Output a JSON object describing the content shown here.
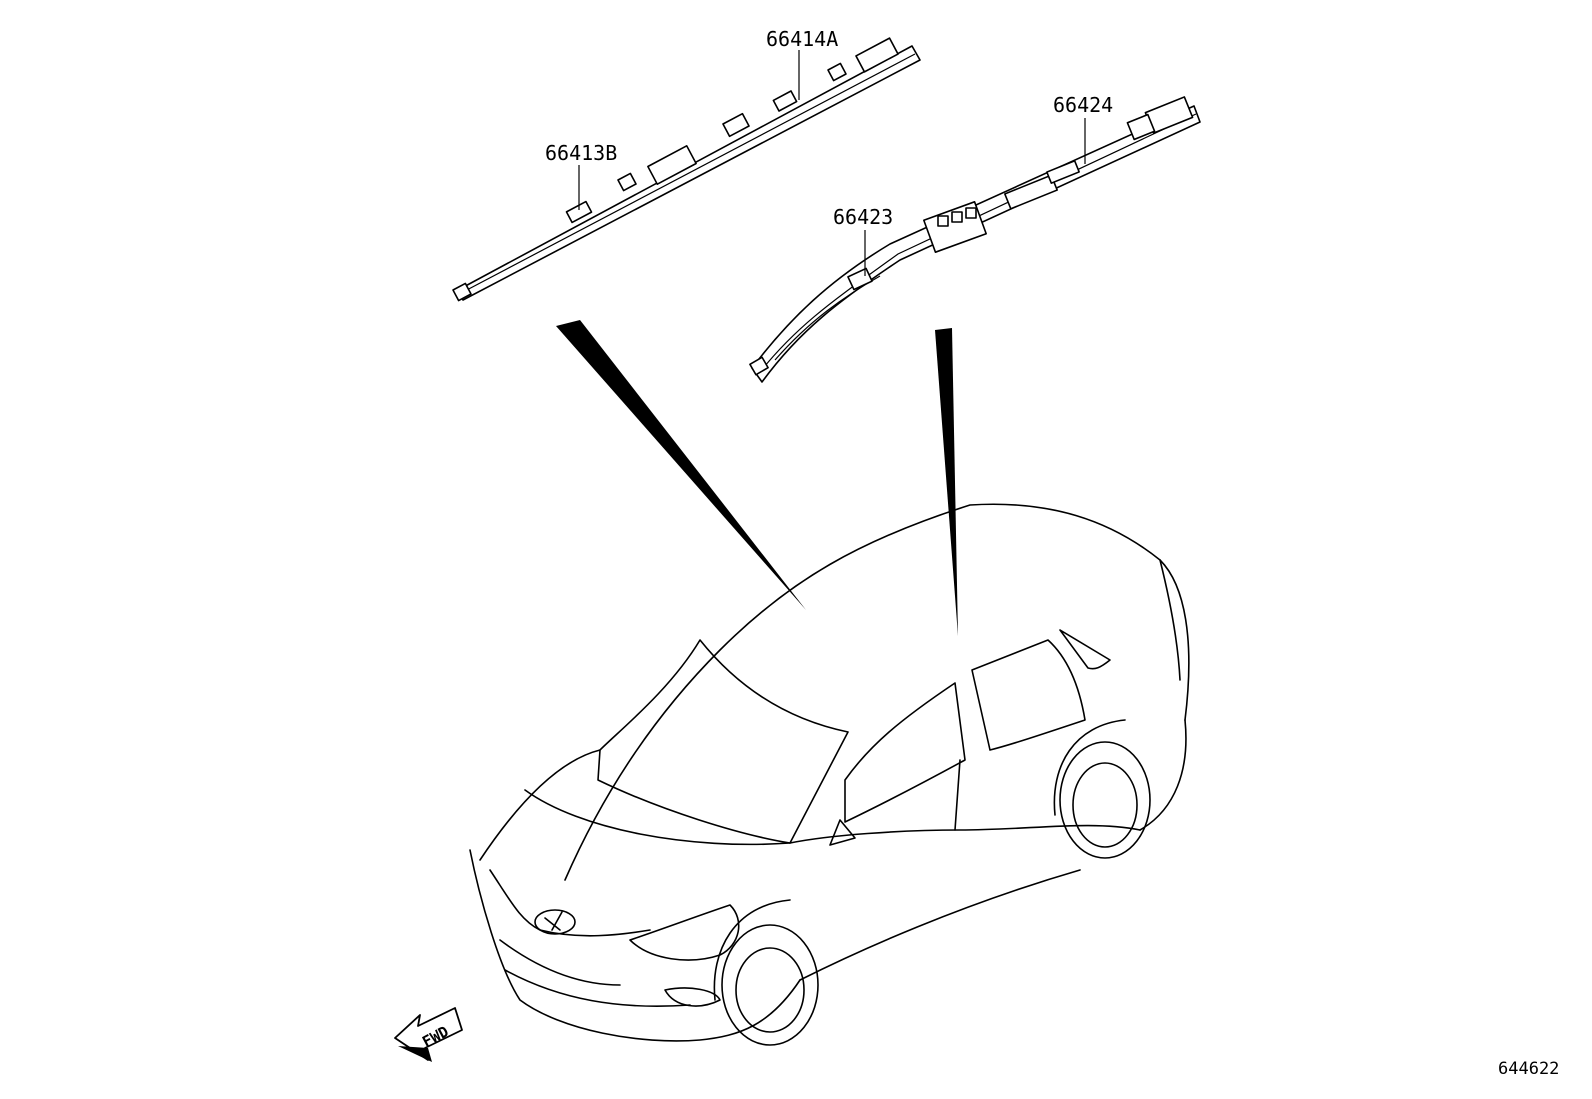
{
  "diagram": {
    "part_labels": [
      {
        "id": "airbag-front-left-a",
        "text": "66414A"
      },
      {
        "id": "airbag-front-left-b",
        "text": "66413B"
      },
      {
        "id": "airbag-rear-right-a",
        "text": "66424"
      },
      {
        "id": "airbag-rear-right-b",
        "text": "66423"
      }
    ],
    "direction_indicator": "FWD",
    "reference_number": "644622"
  },
  "colors": {
    "line": "#000000",
    "background": "#ffffff"
  },
  "icons": [
    "fwd-arrow-icon",
    "vehicle-outline-icon",
    "pointer-wedge-icon"
  ]
}
